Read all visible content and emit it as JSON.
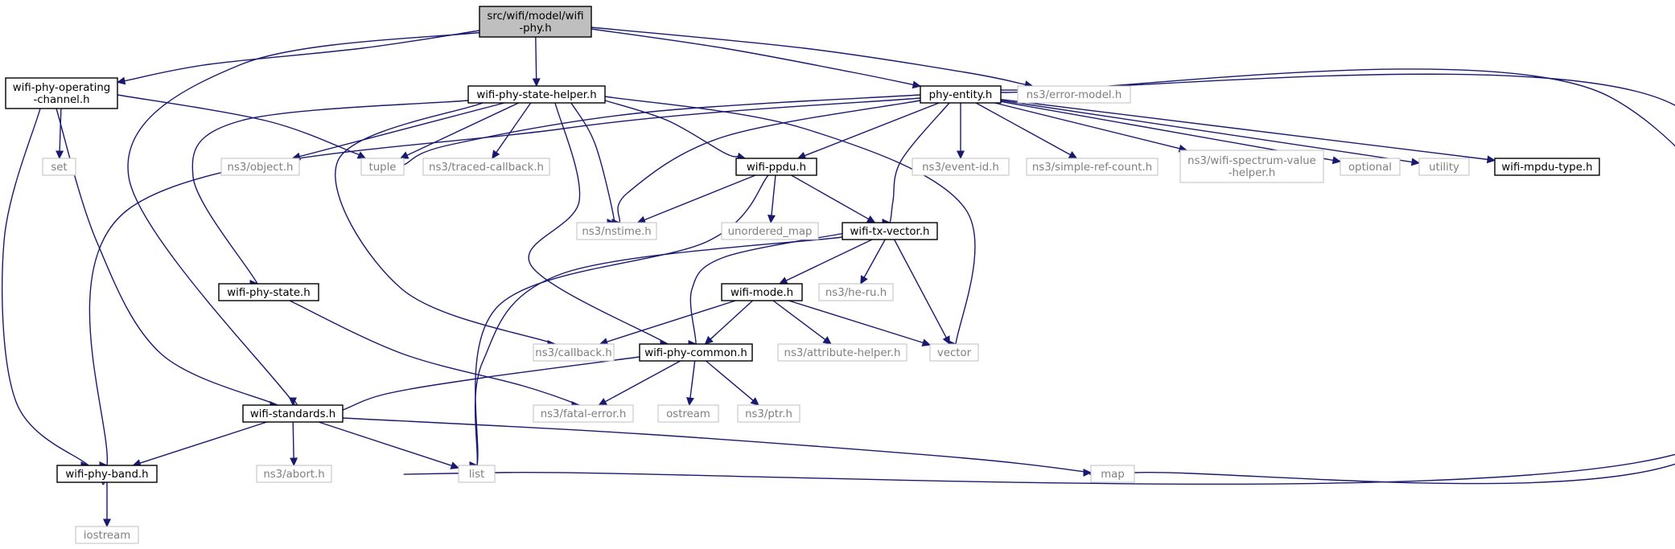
{
  "nodes": {
    "root": "src/wifi/model/wifi\n-phy.h",
    "opch": "wifi-phy-operating\n-channel.h",
    "state_helper": "wifi-phy-state-helper.h",
    "phy_entity": "phy-entity.h",
    "error_model": "ns3/error-model.h",
    "set": "set",
    "object": "ns3/object.h",
    "tuple": "tuple",
    "traced_callback": "ns3/traced-callback.h",
    "ppdu": "wifi-ppdu.h",
    "event_id": "ns3/event-id.h",
    "simple_ref": "ns3/simple-ref-count.h",
    "spectrum_helper": "ns3/wifi-spectrum-value\n-helper.h",
    "optional": "optional",
    "utility": "utility",
    "mpdu_type": "wifi-mpdu-type.h",
    "nstime": "ns3/nstime.h",
    "unordered_map": "unordered_map",
    "txvector": "wifi-tx-vector.h",
    "phy_state": "wifi-phy-state.h",
    "mode": "wifi-mode.h",
    "heru": "ns3/he-ru.h",
    "callback": "ns3/callback.h",
    "common": "wifi-phy-common.h",
    "attr_helper": "ns3/attribute-helper.h",
    "vector": "vector",
    "standards": "wifi-standards.h",
    "fatal_error": "ns3/fatal-error.h",
    "ostream": "ostream",
    "ptr": "ns3/ptr.h",
    "band": "wifi-phy-band.h",
    "abort": "ns3/abort.h",
    "list": "list",
    "map": "map",
    "iostream": "iostream"
  },
  "colors": {
    "edge": "#191970",
    "root_fill": "#bfbfbf",
    "external_border": "#bfbfbf",
    "external_text": "#7f7f7f"
  }
}
